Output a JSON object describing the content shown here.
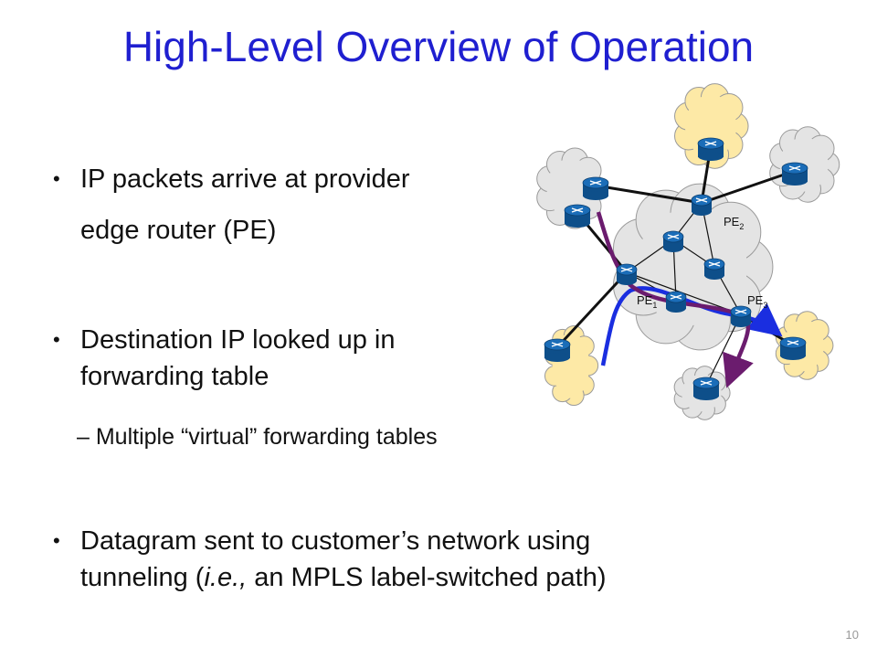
{
  "slide": {
    "title": "High-Level Overview of Operation",
    "page_number": "10"
  },
  "bullets": [
    {
      "line1": "IP packets arrive at provider",
      "line2": "edge router (PE)"
    },
    {
      "line1": "Destination IP looked up in",
      "line2": "forwarding table"
    },
    {
      "line1": "Datagram sent to customer’s network using",
      "line2_prefix": "tunneling (",
      "line2_italic": "i.e.,",
      "line2_suffix": " an MPLS label-switched path)"
    }
  ],
  "sub_bullets": [
    {
      "text": "– Multiple “virtual” forwarding tables"
    }
  ],
  "diagram": {
    "labels": {
      "pe1": {
        "main": "PE",
        "sub": "1"
      },
      "pe2": {
        "main": "PE",
        "sub": "2"
      },
      "pe3": {
        "main": "PE",
        "sub": "3"
      }
    },
    "colors": {
      "provider_cloud": "#e4e4e4",
      "customer_cloud_yellow": "#fde9a6",
      "customer_cloud_gray": "#e4e4e4",
      "router_blue": "#1b6db8",
      "blue_path": "#1a2ee0",
      "purple_path": "#6b1c6e"
    }
  }
}
